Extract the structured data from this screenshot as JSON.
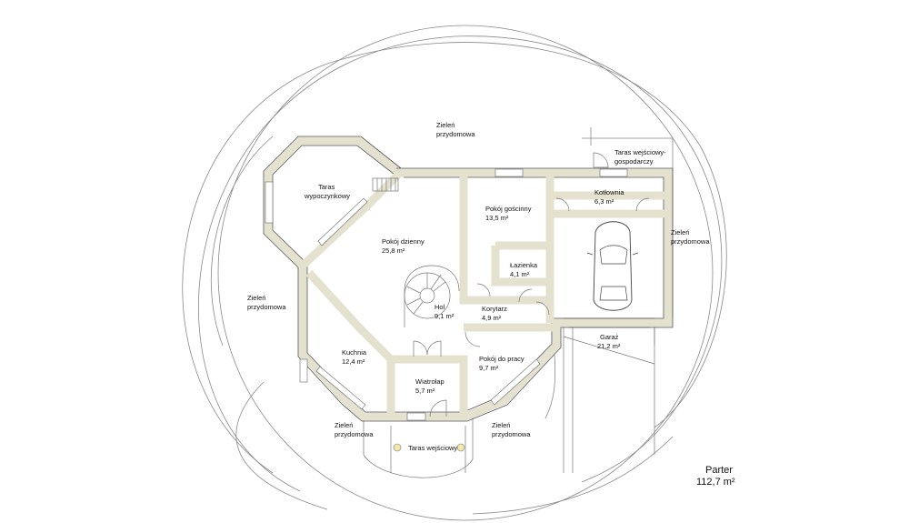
{
  "plan": {
    "floor": {
      "name": "Parter",
      "area": "112,7 m²"
    },
    "rooms": {
      "taras_wypoczynkowy": [
        "Taras",
        "wypoczynkowy"
      ],
      "pokoj_dzienny": [
        "Pokój dzienny",
        "25,8 m²"
      ],
      "pokoj_goscinny": [
        "Pokój gościnny",
        "13,5 m²"
      ],
      "kotlownia": [
        "Kotłownia",
        "6,3 m²"
      ],
      "taras_wejsciowy_gospodarczy": [
        "Taras wejściowy-",
        "gospodarczy"
      ],
      "lazienka": [
        "Łazienka",
        "4,1 m²"
      ],
      "hol": [
        "Hol",
        "9,1 m²"
      ],
      "korytarz": [
        "Korytarz",
        "4,9 m²"
      ],
      "kuchnia": [
        "Kuchnia",
        "12,4 m²"
      ],
      "wiatrolap": [
        "Wiatrołap",
        "5,7 m²"
      ],
      "pokoj_do_pracy": [
        "Pokój do pracy",
        "9,7 m²"
      ],
      "garaz": [
        "Garaż",
        "21,2 m²"
      ],
      "taras_wejsciowy": "Taras wejściowy"
    },
    "greenery": [
      "Zieleń",
      "przydomowa"
    ]
  }
}
